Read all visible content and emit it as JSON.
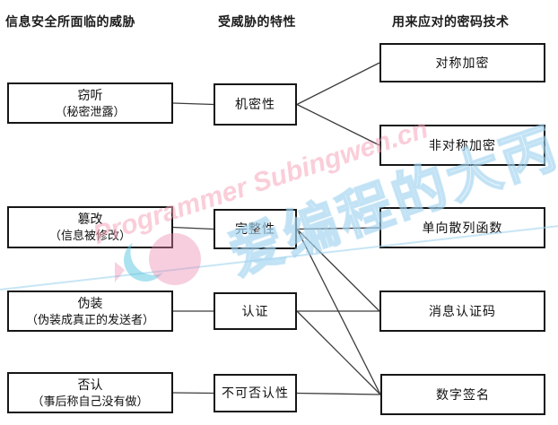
{
  "page": {
    "background": "#ffffff"
  },
  "headers": {
    "threats": "信息安全所面临的威胁",
    "properties": "受威胁的特性",
    "techniques": "用来应对的密码技术"
  },
  "diagram": {
    "threats": [
      {
        "id": "eavesdropping",
        "title": "窃听",
        "subtitle": "（秘密泄露）"
      },
      {
        "id": "tampering",
        "title": "篡改",
        "subtitle": "（信息被修改）"
      },
      {
        "id": "spoofing",
        "title": "伪装",
        "subtitle": "（伪装成真正的发送者）"
      },
      {
        "id": "repudiation",
        "title": "否认",
        "subtitle": "（事后称自己没有做）"
      }
    ],
    "properties": [
      {
        "id": "confidentiality",
        "label": "机密性"
      },
      {
        "id": "integrity",
        "label": "完整性"
      },
      {
        "id": "authentication",
        "label": "认证"
      },
      {
        "id": "non_repudiation",
        "label": "不可否认性"
      }
    ],
    "techniques": [
      {
        "id": "symmetric",
        "label": "对称加密"
      },
      {
        "id": "asymmetric",
        "label": "非对称加密"
      },
      {
        "id": "hash",
        "label": "单向散列函数"
      },
      {
        "id": "mac",
        "label": "消息认证码"
      },
      {
        "id": "signature",
        "label": "数字签名"
      }
    ],
    "connections": [
      {
        "from": "eavesdropping",
        "to": "confidentiality"
      },
      {
        "from": "confidentiality",
        "to": "symmetric"
      },
      {
        "from": "confidentiality",
        "to": "asymmetric"
      },
      {
        "from": "tampering",
        "to": "integrity"
      },
      {
        "from": "integrity",
        "to": "hash"
      },
      {
        "from": "integrity",
        "to": "mac"
      },
      {
        "from": "integrity",
        "to": "signature"
      },
      {
        "from": "spoofing",
        "to": "authentication"
      },
      {
        "from": "authentication",
        "to": "mac"
      },
      {
        "from": "authentication",
        "to": "signature"
      },
      {
        "from": "repudiation",
        "to": "non_repudiation"
      },
      {
        "from": "non_repudiation",
        "to": "signature"
      }
    ],
    "line_color": "#3c3c3c",
    "box_border_color": "#161616"
  },
  "watermark": {
    "text_en": "Programmer Subingwen.cn",
    "text_cn": "爱编程的大丙",
    "color_pink": "#f6a6ba",
    "color_blue": "#9ed2ee",
    "logo_cyan": "#58c6e0",
    "logo_pink": "#ec84ac"
  }
}
